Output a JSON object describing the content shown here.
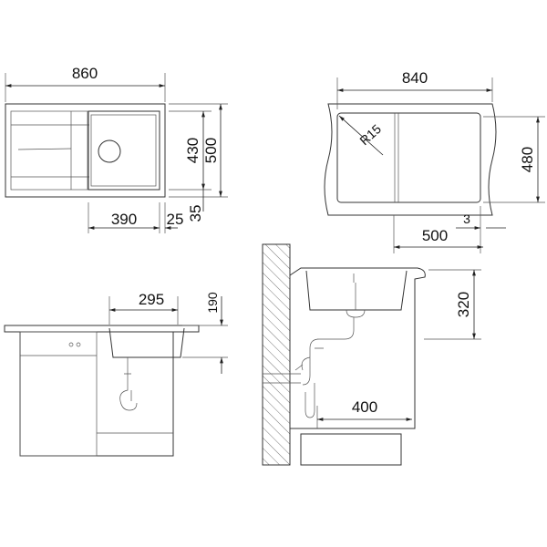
{
  "top_view": {
    "width": "860",
    "bowl_width": "390",
    "rim_right": "25",
    "depth_inner": "430",
    "depth_total": "500",
    "rim_front": "35"
  },
  "cutout_view": {
    "width": "840",
    "depth": "480",
    "radius": "R15",
    "offset": "3",
    "cabinet_min": "500"
  },
  "side_view_left": {
    "bowl_width": "295",
    "depth": "190"
  },
  "side_view_right": {
    "height": "320",
    "cabinet_width": "400"
  },
  "colors": {
    "line": "#333333",
    "background": "#ffffff"
  }
}
